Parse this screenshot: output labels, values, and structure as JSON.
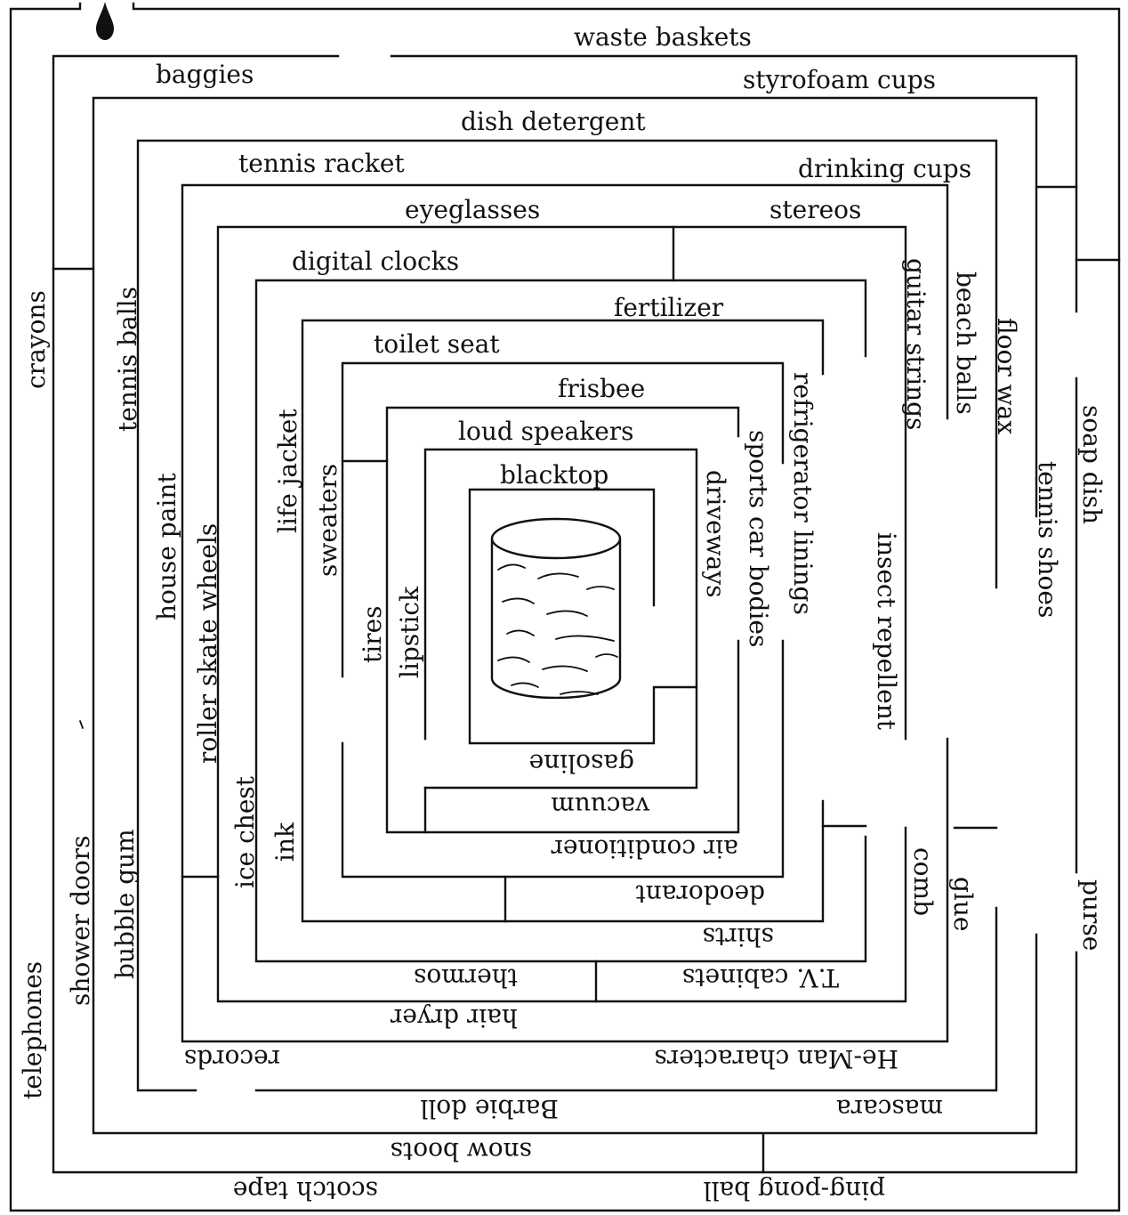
{
  "labels": {
    "waste_baskets": "waste baskets",
    "baggies": "baggies",
    "styrofoam_cups": "styrofoam cups",
    "dish_detergent": "dish detergent",
    "tennis_racket": "tennis racket",
    "drinking_cups": "drinking cups",
    "eyeglasses": "eyeglasses",
    "stereos": "stereos",
    "digital_clocks": "digital clocks",
    "fertilizer": "fertilizer",
    "toilet_seat": "toilet seat",
    "frisbee": "frisbee",
    "loud_speakers": "loud speakers",
    "blacktop": "blacktop",
    "crayons": "crayons",
    "tennis_balls": "tennis balls",
    "house_paint": "house paint",
    "roller_skate_wheels": "roller skate wheels",
    "life_jacket": "life jacket",
    "sweaters": "sweaters",
    "tires": "tires",
    "lipstick": "lipstick",
    "ice_chest": "ice chest",
    "ink": "ink",
    "bubble_gum": "bubble gum",
    "shower_doors": "shower doors",
    "telephones": "telephones",
    "guitar_strings": "guitar strings",
    "beach_balls": "beach balls",
    "floor_wax": "floor wax",
    "soap_dish": "soap dish",
    "tennis_shoes": "tennis shoes",
    "refrigerator_linings": "refrigerator linings",
    "sports_car_bodies": "sports car bodies",
    "driveways": "driveways",
    "insect_repellent": "insect repellent",
    "comb": "comb",
    "glue": "glue",
    "purse": "purse",
    "gasoline": "gasoline",
    "vacuum": "vacuum",
    "air_conditioner": "air conditioner",
    "deodorant": "deodorant",
    "shirts": "shirts",
    "thermos": "thermos",
    "tv_cabinets": "T.V. cabinets",
    "hair_dryer": "hair dryer",
    "records": "records",
    "he_man_characters": "He-Man characters",
    "mascara": "mascara",
    "barbie_doll": "Barbie doll",
    "snow_boots": "snow boots",
    "scotch_tape": "scotch tape",
    "ping_pong_ball": "ping-pong ball"
  },
  "icons": {
    "entrance": "oil-drop-icon",
    "center": "oil-barrel-icon"
  }
}
